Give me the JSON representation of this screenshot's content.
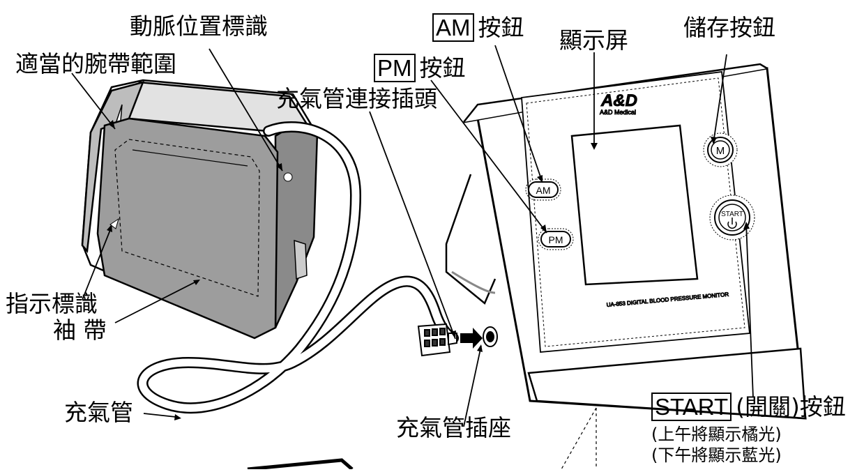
{
  "labels": {
    "cuff_range": "適當的腕帶範圍",
    "artery_mark": "動脈位置標識",
    "am_button_key": "AM",
    "am_button_suffix": "按鈕",
    "pm_button_key": "PM",
    "pm_button_suffix": "按鈕",
    "air_plug": "充氣管連接插頭",
    "display": "顯示屏",
    "memory_button": "儲存按鈕",
    "index_mark": "指示標識",
    "cuff": "袖 帶",
    "air_hose": "充氣管",
    "air_socket": "充氣管插座",
    "start_key": "START",
    "start_suffix": "(開關)按鈕",
    "start_note_am": "(上午將顯示橘光)",
    "start_note_pm": "(下午將顯示藍光)"
  },
  "device": {
    "brand": "A&D",
    "brand_sub": "A&D Medical",
    "model_text": "UA-853 DIGITAL BLOOD PRESSURE MONITOR",
    "btn_am": "AM",
    "btn_pm": "PM",
    "btn_m": "M",
    "btn_start": "START"
  }
}
